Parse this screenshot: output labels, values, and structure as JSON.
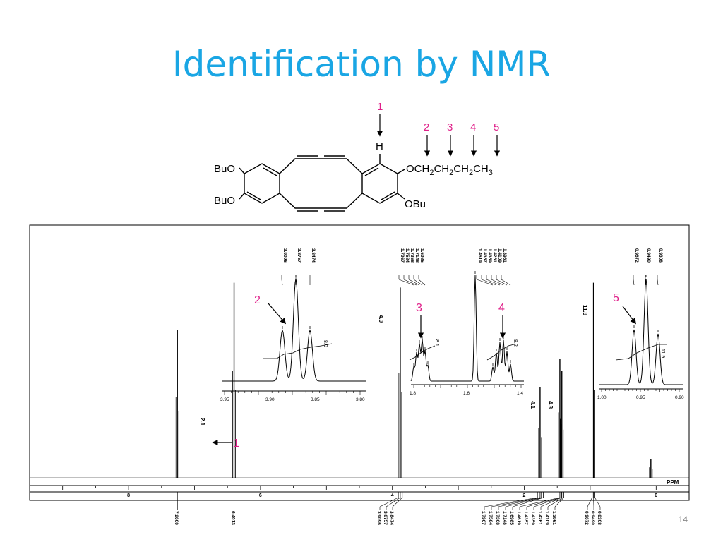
{
  "slide": {
    "title": "Identification by NMR",
    "page_number": "14"
  },
  "structure": {
    "position_labels": [
      "1",
      "2",
      "3",
      "4",
      "5"
    ],
    "h_label": "H",
    "substituents": {
      "bu_o_top": "BuO",
      "bu_o_bottom": "BuO",
      "o_bu_right": "OBu"
    },
    "chain_text": [
      "OCH",
      "2",
      "CH",
      "2",
      "CH",
      "2",
      "CH",
      "3"
    ]
  },
  "spectrum": {
    "unit_label": "PPM",
    "tick_labels": [
      "8",
      "6",
      "4",
      "2",
      "0"
    ],
    "integrals": [
      "2.1",
      "4.0",
      "4.1",
      "4.3",
      "11.9"
    ],
    "peak_values": {
      "aromatic": [
        "7.2600",
        "6.4013"
      ],
      "och2": [
        "3.9096",
        "3.8757",
        "3.8474"
      ],
      "ch2": [
        "1.7967",
        "1.7584",
        "1.7368",
        "1.7148",
        "1.6985",
        "1.4619",
        "1.4357",
        "1.4359",
        "1.4261",
        "1.4109",
        "1.3961"
      ],
      "ch3": [
        "0.9672",
        "0.9490",
        "0.9308"
      ]
    },
    "insets": [
      {
        "label": "2",
        "ticks": [
          "3.95",
          "3.90",
          "3.85",
          "3.80"
        ],
        "peaks": [
          "3.9096",
          "3.8757",
          "3.8474"
        ],
        "integral": "8.0"
      },
      {
        "label": "3",
        "ticks": [
          "1.8",
          "1.6",
          "1.4"
        ],
        "peaks": [
          "1.7967",
          "1.7584",
          "1.7368",
          "1.7148",
          "1.6985"
        ],
        "integral": "8.1"
      },
      {
        "label": "4",
        "ticks": [],
        "peaks": [
          "1.4619",
          "1.4357",
          "1.4359",
          "1.4261",
          "1.4109",
          "1.3961"
        ],
        "integral": "8.2"
      },
      {
        "label": "5",
        "ticks": [
          "1.00",
          "0.95",
          "0.90"
        ],
        "peaks": [
          "0.9672",
          "0.9490",
          "0.9308"
        ],
        "integral": "11.9"
      }
    ]
  },
  "chart_data": {
    "type": "line",
    "title": "",
    "xlabel": "PPM",
    "xlim": [
      9.5,
      -0.5
    ],
    "x_ticks": [
      8,
      6,
      4,
      2,
      0
    ],
    "peaks": [
      {
        "ppm": 7.26,
        "intensity": 0.62,
        "label": "7.2600"
      },
      {
        "ppm": 6.4,
        "intensity": 0.82,
        "label": "6.4013",
        "integral": 2.1
      },
      {
        "ppm": 3.88,
        "intensity": 0.8,
        "label": "3.8757",
        "integral": 4.0
      },
      {
        "ppm": 1.76,
        "intensity": 0.38,
        "integral": 4.1
      },
      {
        "ppm": 1.46,
        "intensity": 0.5,
        "label": "1.4619"
      },
      {
        "ppm": 1.43,
        "intensity": 0.45,
        "integral": 4.3
      },
      {
        "ppm": 0.95,
        "intensity": 0.82,
        "label": "0.9490",
        "integral": 11.9
      },
      {
        "ppm": 0.08,
        "intensity": 0.08
      }
    ]
  },
  "colors": {
    "title": "#1aa6e4",
    "label": "#e0218a",
    "ink": "#000000"
  }
}
